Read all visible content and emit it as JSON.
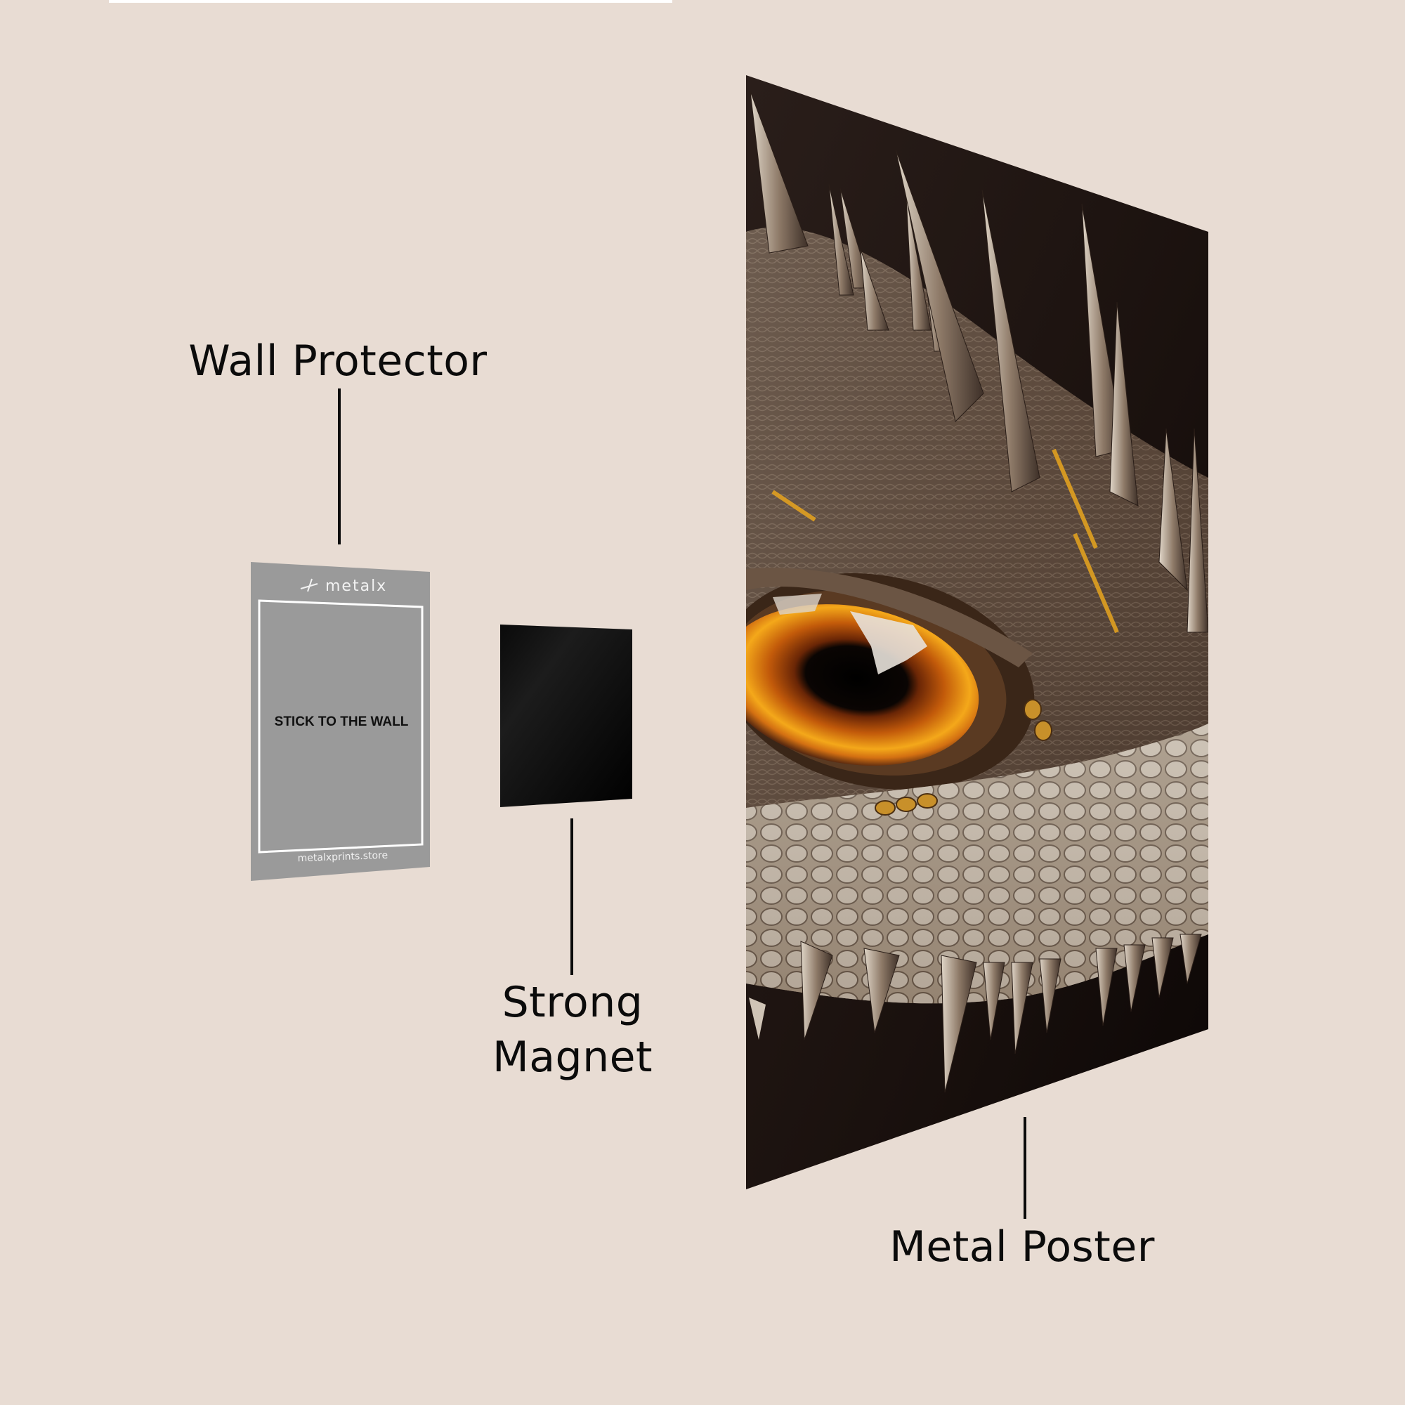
{
  "labels": {
    "wall_protector": "Wall Protector",
    "strong_magnet_line1": "Strong",
    "strong_magnet_line2": "Magnet",
    "metal_poster": "Metal Poster"
  },
  "wall_protector_card": {
    "brand": "metalx",
    "instruction": "STICK TO THE WALL",
    "website": "metalxprints.store",
    "color": "#9a9a9a"
  },
  "magnet": {
    "color": "#050505"
  },
  "poster": {
    "subject": "dragon-eye-artwork",
    "iris_color": "#e8860c",
    "background_color": "#1e1411"
  },
  "colors": {
    "page_background": "#e8dcd3",
    "text": "#0b0b0b"
  }
}
